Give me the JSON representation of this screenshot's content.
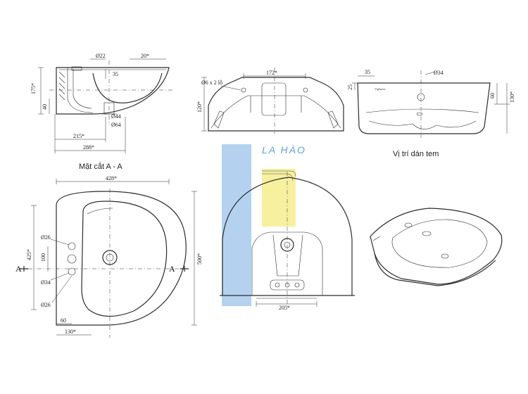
{
  "section_view": {
    "caption": "Mặt cắt A - A",
    "dims": {
      "d22": "Ø22",
      "w20": "20*",
      "h35": "35",
      "h175": "175*",
      "h40": "40",
      "d44": "Ø44",
      "d64": "Ø64",
      "w215": "215*",
      "w288": "288*"
    }
  },
  "rear_view": {
    "dims": {
      "holes": "Ø6 x 2 lỗ",
      "w172": "172*",
      "h120": "120*"
    }
  },
  "label_view": {
    "caption": "Vị trí dán tem",
    "label_text": "Viglacera",
    "dims": {
      "w35": "35",
      "d34": "Ø34",
      "h25": "25",
      "h60": "60",
      "h130": "130*"
    }
  },
  "top_view": {
    "section_mark_left": "A",
    "section_mark_right": "A",
    "dims": {
      "w428": "428*",
      "h425": "425*",
      "h500": "500*",
      "d26a": "Ø26",
      "h100": "100",
      "d34": "Ø34",
      "d26b": "Ø26",
      "w60": "60",
      "w130": "130*"
    }
  },
  "front_view": {
    "dims": {
      "w205": "205*"
    }
  },
  "watermark": {
    "brand": "LA HÀO"
  }
}
